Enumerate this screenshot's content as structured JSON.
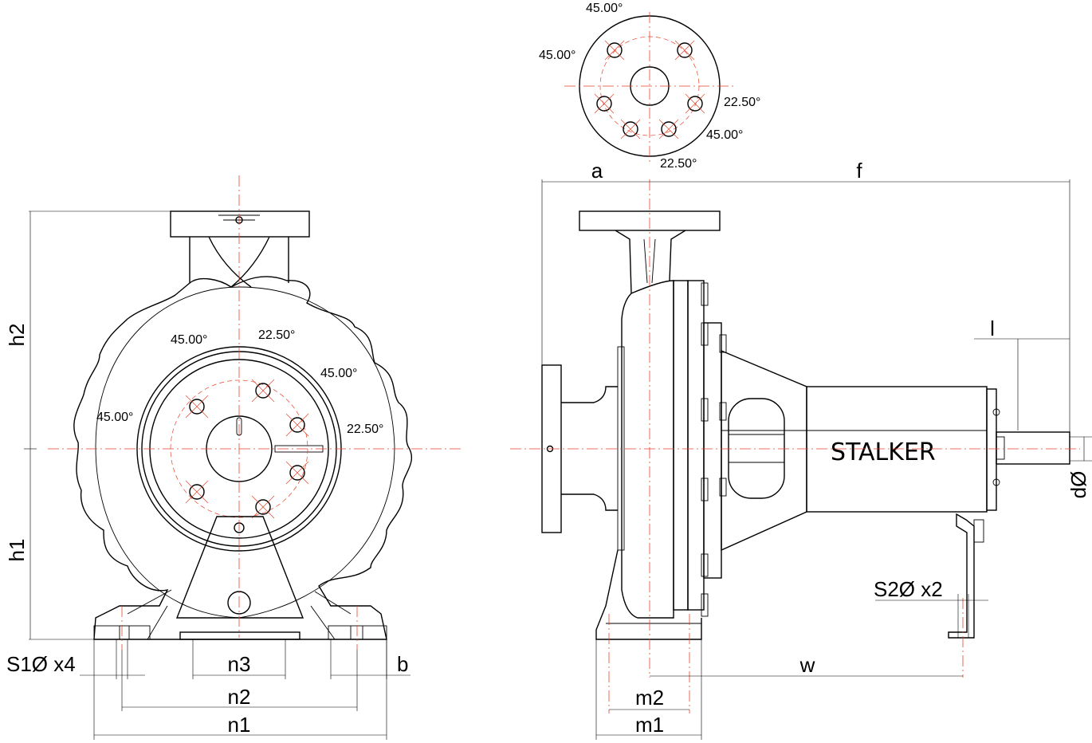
{
  "labels": {
    "h2": "h2",
    "h1": "h1",
    "s1": "S1Ø x4",
    "n3": "n3",
    "b": "b",
    "n2": "n2",
    "n1": "n1",
    "a": "a",
    "f": "f",
    "l": "l",
    "d": "dØ",
    "s2": "S2Ø x2",
    "w": "w",
    "m2": "m2",
    "m1": "m1"
  },
  "brand": "STALKER",
  "angles": {
    "flange_top": "45.00°",
    "flange_left": "45.00°",
    "flange_right": "22.50°",
    "flange_lower_right": "45.00°",
    "flange_bottom": "22.50°",
    "front_a": "45.00°",
    "front_b": "22.50°",
    "front_c": "45.00°",
    "front_d": "45.00°",
    "front_e": "22.50°"
  }
}
